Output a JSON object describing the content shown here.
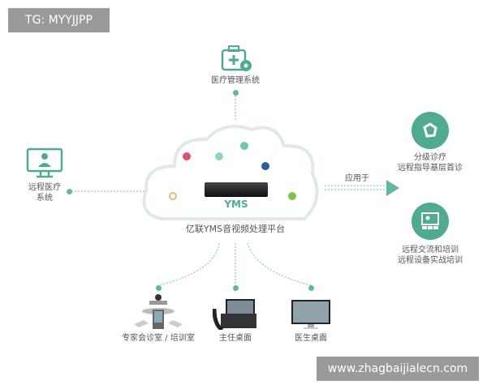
{
  "watermark_top": "TG: MYYJJPP",
  "watermark_bottom": "www.zhagbaijialecn.com",
  "accent_color": "#4faa92",
  "top_node": {
    "label": "医疗管理系统",
    "icon": "medical-kit-gear-icon"
  },
  "left_node": {
    "line1": "远程医疗",
    "line2": "系统",
    "icon": "monitor-doctor-icon"
  },
  "center": {
    "server_label": "YMS",
    "platform_label": "亿联YMS音视频处理平台"
  },
  "arrow_label": "应用于",
  "right_nodes": [
    {
      "line1": "分级诊疗",
      "line2": "远程指导基层首诊",
      "icon": "network-cycle-icon"
    },
    {
      "line1": "远程交流和培训",
      "line2": "远程设备实战培训",
      "icon": "classroom-icon"
    }
  ],
  "bottom_nodes": [
    {
      "label": "专家会诊室 / 培训室",
      "icon": "conference-system-icon"
    },
    {
      "label": "主任桌面",
      "icon": "video-phone-icon"
    },
    {
      "label": "医生桌面",
      "icon": "desktop-monitor-icon"
    }
  ]
}
